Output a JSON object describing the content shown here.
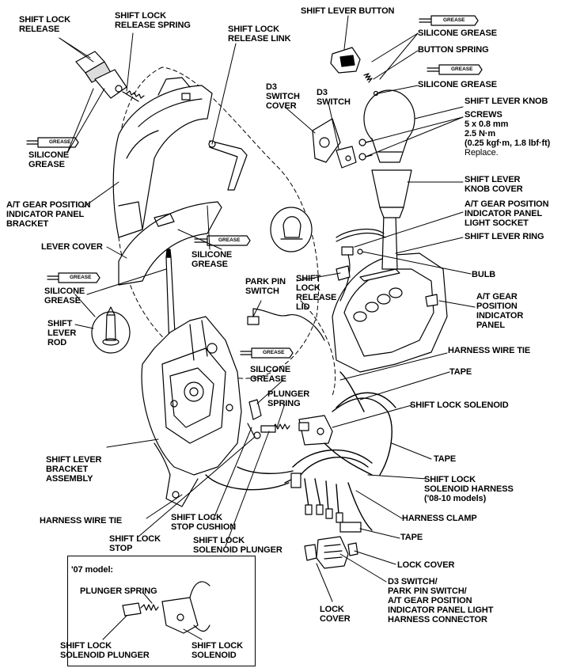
{
  "labels": {
    "shift_lock_release": "SHIFT LOCK\nRELEASE",
    "shift_lock_release_spring": "SHIFT LOCK\nRELEASE SPRING",
    "shift_lock_release_link": "SHIFT LOCK\nRELEASE LINK",
    "shift_lever_button": "SHIFT LEVER BUTTON",
    "silicone_grease_1": "SILICONE GREASE",
    "button_spring": "BUTTON SPRING",
    "silicone_grease_2": "SILICONE GREASE",
    "d3_switch_cover": "D3\nSWITCH\nCOVER",
    "d3_switch": "D3\nSWITCH",
    "shift_lever_knob": "SHIFT LEVER KNOB",
    "screws": "SCREWS\n5 x 0.8 mm\n2.5 N·m\n(0.25 kgf·m, 1.8 lbf·ft)",
    "screws_replace": "Replace.",
    "silicone_grease_left": "SILICONE\nGREASE",
    "shift_lever_knob_cover": "SHIFT LEVER\nKNOB COVER",
    "indicator_panel_bracket": "A/T GEAR POSITION\nINDICATOR PANEL\nBRACKET",
    "light_socket": "A/T GEAR POSITION\nINDICATOR PANEL\nLIGHT SOCKET",
    "shift_lever_ring": "SHIFT LEVER RING",
    "lever_cover": "LEVER COVER",
    "silicone_grease_mid": "SILICONE\nGREASE",
    "shift_lock_release_lid": "SHIFT\nLOCK\nRELEASE\nLID",
    "bulb": "BULB",
    "park_pin_switch": "PARK PIN\nSWITCH",
    "silicone_grease_rod": "SILICONE\nGREASE",
    "indicator_panel": "A/T GEAR\nPOSITION\nINDICATOR\nPANEL",
    "shift_lever_rod": "SHIFT\nLEVER\nROD",
    "harness_wire_tie_right": "HARNESS WIRE TIE",
    "silicone_grease_center": "SILICONE\nGREASE",
    "tape_1": "TAPE",
    "plunger_spring": "PLUNGER\nSPRING",
    "shift_lock_solenoid": "SHIFT LOCK SOLENOID",
    "shift_lever_bracket_assembly": "SHIFT LEVER\nBRACKET\nASSEMBLY",
    "tape_2": "TAPE",
    "shift_lock_solenoid_harness": "SHIFT LOCK\nSOLENOID HARNESS\n('08-10 models)",
    "harness_clamp": "HARNESS CLAMP",
    "harness_wire_tie_left": "HARNESS WIRE TIE",
    "shift_lock_stop_cushion": "SHIFT LOCK\nSTOP CUSHION",
    "shift_lock_stop": "SHIFT LOCK\nSTOP",
    "shift_lock_solenoid_plunger": "SHIFT LOCK\nSOLENOID PLUNGER",
    "tape_3": "TAPE",
    "lock_cover_right": "LOCK COVER",
    "connector": "D3 SWITCH/\nPARK PIN SWITCH/\nA/T GEAR POSITION\nINDICATOR PANEL LIGHT\nHARNESS CONNECTOR",
    "lock_cover_bottom": "LOCK\nCOVER"
  },
  "inset": {
    "title": "'07 model:",
    "plunger_spring": "PLUNGER SPRING",
    "shift_lock_solenoid_plunger": "SHIFT LOCK\nSOLENOID PLUNGER",
    "shift_lock_solenoid": "SHIFT LOCK\nSOLENOID"
  },
  "grease_tube_text": "GREASE"
}
